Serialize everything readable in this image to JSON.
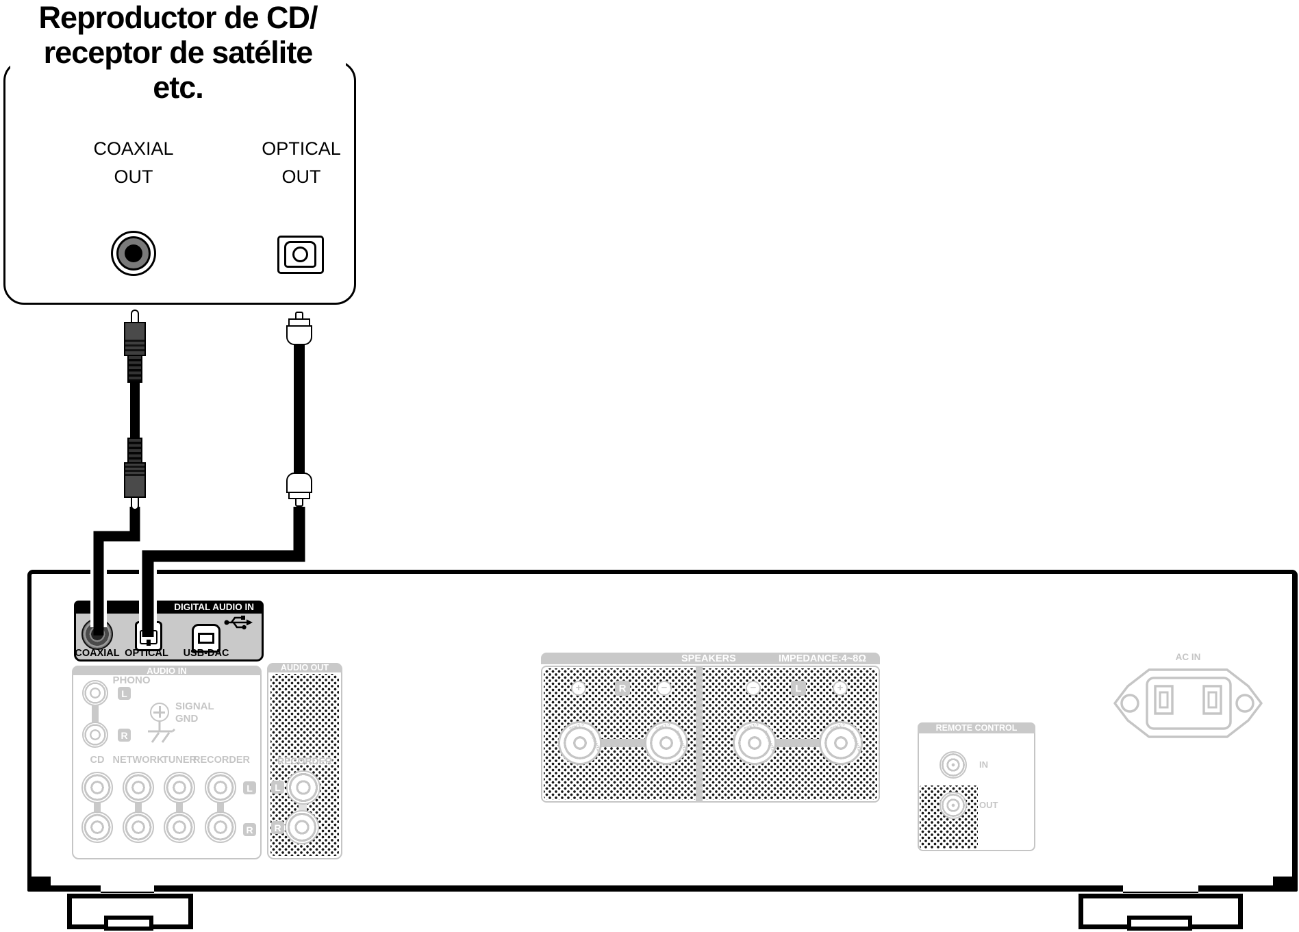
{
  "device_box": {
    "title_lines": [
      "Reproductor de CD/",
      "receptor de satélite",
      "etc."
    ],
    "coaxial": {
      "label": "COAXIAL",
      "sublabel": "OUT"
    },
    "optical": {
      "label": "OPTICAL",
      "sublabel": "OUT"
    }
  },
  "amplifier": {
    "digital_audio_in": {
      "header": "DIGITAL AUDIO IN",
      "coaxial_label": "COAXIAL",
      "optical_label": "OPTICAL",
      "usb_label": "USB-DAC"
    },
    "audio_in": {
      "header": "AUDIO IN",
      "phono_label": "PHONO",
      "signal_line1": "SIGNAL",
      "signal_line2": "GND",
      "left_badge": "L",
      "right_badge": "R",
      "inputs": [
        "CD",
        "NETWORK",
        "TUNER",
        "RECORDER"
      ]
    },
    "audio_out": {
      "header": "AUDIO OUT",
      "recorder_label": "RECORDER",
      "left_badge": "L",
      "right_badge": "R"
    },
    "speakers": {
      "header": "SPEAKERS",
      "impedance": "IMPEDANCE:4~8Ω",
      "right_channel": {
        "first_sign": "+",
        "badge": "R",
        "second_sign": "−"
      },
      "left_channel": {
        "first_sign": "−",
        "badge": "L",
        "second_sign": "+"
      },
      "knob_model": "SPKT-1",
      "knob_brand": "MARANTZ"
    },
    "remote_control": {
      "header": "REMOTE CONTROL",
      "in_label": "IN",
      "out_label": "OUT"
    },
    "ac_in": {
      "label": "AC IN"
    }
  },
  "colors": {
    "outline_gray": "#c5c5c5",
    "panel_fill_gray": "#c9c9c9",
    "header_black": "#000000",
    "cable_black": "#000000",
    "rca_plug_gray": "#4a4a4a"
  }
}
